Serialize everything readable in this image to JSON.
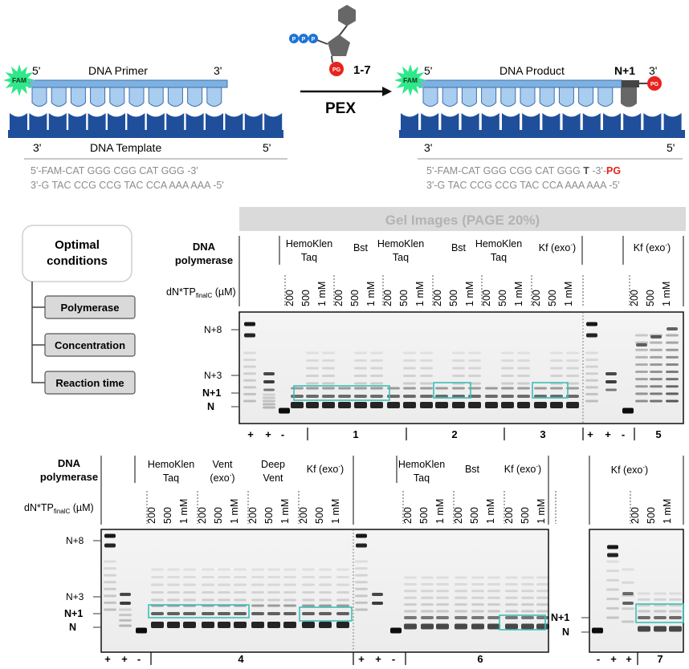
{
  "scheme": {
    "primer_label": "DNA Primer",
    "template_label": "DNA Template",
    "product_label": "DNA Product",
    "fam_label": "FAM",
    "pg_label": "PG",
    "p_label": "P",
    "prime5": "5'",
    "prime3": "3'",
    "nplus1_label": "N+1",
    "compounds_label": "1-7",
    "reaction_label": "PEX",
    "seq_left_top": "5'-FAM-CAT GGG CGG CAT GGG -3'",
    "seq_left_bottom": "3'-G TAC CCG CCG TAC CCA AAA AAA -5'",
    "seq_right_top_a": "5'-FAM-CAT GGG CGG CAT GGG ",
    "seq_right_top_T": "T",
    "seq_right_top_b": " -3'-",
    "seq_right_top_pg": "PG",
    "seq_right_bottom": "3'-G TAC CCG CCG TAC CCA AAA AAA -5'",
    "colors": {
      "primer": "#7fb1e0",
      "template": "#1f4e9a",
      "fam": "#2ee88a",
      "pg": "#e8231d",
      "phosphate": "#1e73d4",
      "sugar": "#676767",
      "box": "#3ac0b7"
    }
  },
  "gel_header": "Gel Images (PAGE 20%)",
  "conditions": {
    "title_line1": "Optimal",
    "title_line2": "conditions",
    "items": [
      "Polymerase",
      "Concentration",
      "Reaction time"
    ]
  },
  "labels": {
    "dna_line1": "DNA",
    "dna_line2": "polymerase",
    "conc_pre": "dN*TP",
    "conc_sub": "finalC",
    "conc_post": " (µM)",
    "conc_values": [
      "200",
      "500",
      "1 mM"
    ],
    "band_n8": "N+8",
    "band_n3": "N+3",
    "band_n1": "N+1",
    "band_n": "N",
    "plus": "+",
    "minus": "-"
  },
  "gel_top": {
    "polymerases": [
      {
        "line1": "HemoKlen",
        "line2": "Taq"
      },
      {
        "line1": "Bst",
        "line2": ""
      },
      {
        "line1": "HemoKlen",
        "line2": "Taq"
      },
      {
        "line1": "Bst",
        "line2": ""
      },
      {
        "line1": "HemoKlen",
        "line2": "Taq"
      },
      {
        "line1": "Kf (exo",
        "sup": "-",
        "line1b": ")",
        "line2": ""
      },
      {
        "line1": "Kf (exo",
        "sup": "-",
        "line1b": ")",
        "line2": ""
      }
    ],
    "compounds": [
      "1",
      "2",
      "3",
      "5"
    ]
  },
  "gel_bottom_left": {
    "polymerases": [
      {
        "line1": "HemoKlen",
        "line2": "Taq"
      },
      {
        "line1": "Vent",
        "line2": "(exo",
        "sup2": "-",
        "line2b": ")"
      },
      {
        "line1": "Deep",
        "line2": "Vent"
      },
      {
        "line1": "Kf (exo",
        "sup": "-",
        "line1b": ")",
        "line2": ""
      },
      {
        "line1": "HemoKlen",
        "line2": "Taq"
      },
      {
        "line1": "Bst",
        "line2": ""
      },
      {
        "line1": "Kf (exo",
        "sup": "-",
        "line1b": ")",
        "line2": ""
      }
    ],
    "compounds": [
      "4",
      "6"
    ]
  },
  "gel_bottom_right": {
    "polymerase": {
      "line1": "Kf (exo",
      "sup": "-",
      "line1b": ")"
    },
    "compounds": [
      "7"
    ]
  }
}
